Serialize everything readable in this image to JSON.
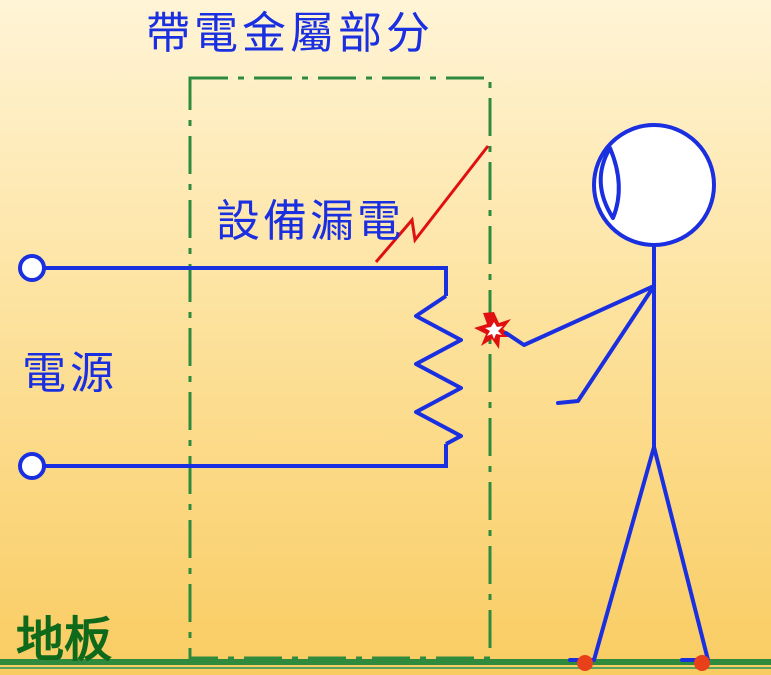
{
  "labels": {
    "charged_metal_part": "帶電金屬部分",
    "equipment_leakage": "設備漏電",
    "power_source": "電源",
    "floor": "地板"
  },
  "colors": {
    "wire": "#1a2fe0",
    "enclosure": "#2e8b3e",
    "leak": "#e01010",
    "floor": "#2e8b3e",
    "floor_label": "#0e6a1a",
    "feet": "#e8401a",
    "background_top": "#fff4d6",
    "background_bottom": "#f9cc62"
  },
  "icons": {
    "shock_point": "spark-icon",
    "terminals": "terminal-circle-icon",
    "load": "resistor-icon",
    "person": "stick-figure-icon"
  }
}
